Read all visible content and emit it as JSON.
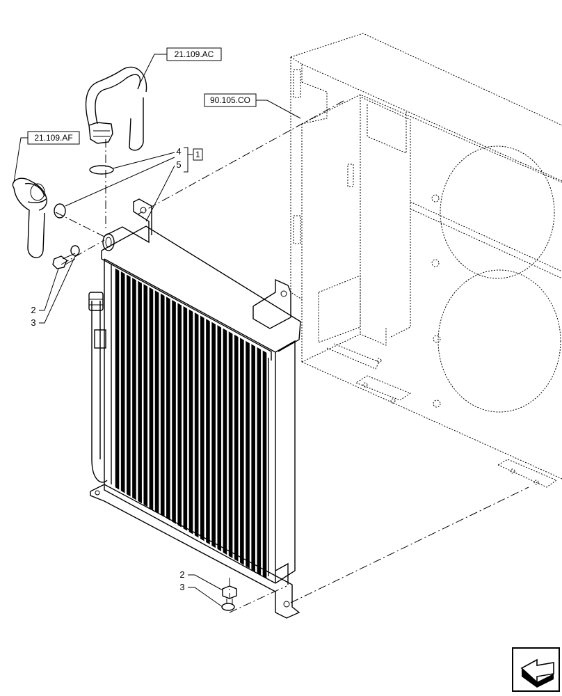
{
  "references": {
    "hose_upper": "21.109.AC",
    "hose_left": "21.109.AF",
    "frame": "90.105.CO"
  },
  "callouts": {
    "item_4": "4",
    "item_5": "5",
    "kit_1": "1",
    "upper_2": "2",
    "upper_3": "3",
    "lower_2": "2",
    "lower_3": "3"
  },
  "icons": {
    "nav": "arrow-icon"
  }
}
